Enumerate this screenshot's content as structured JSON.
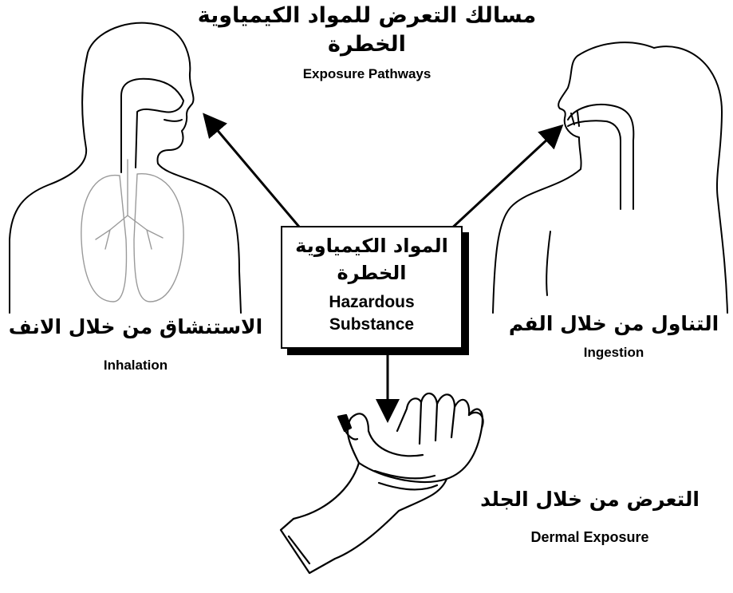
{
  "title": {
    "arabic_line1": "مسالك التعرض للمواد الكيمياوية",
    "arabic_line2": "الخطرة",
    "english": "Exposure Pathways"
  },
  "center": {
    "arabic_line1": "المواد الكيمياوية",
    "arabic_line2": "الخطرة",
    "english_line1": "Hazardous",
    "english_line2": "Substance"
  },
  "pathways": {
    "inhalation": {
      "arabic": "الاستنشاق من خلال الانف",
      "english": "Inhalation"
    },
    "ingestion": {
      "arabic": "التناول من خلال الفم",
      "english": "Ingestion"
    },
    "dermal": {
      "arabic": "التعرض من خلال الجلد",
      "english": "Dermal Exposure"
    }
  },
  "colors": {
    "ink": "#000000",
    "background": "#ffffff",
    "lung_line": "#9a9a9a"
  }
}
